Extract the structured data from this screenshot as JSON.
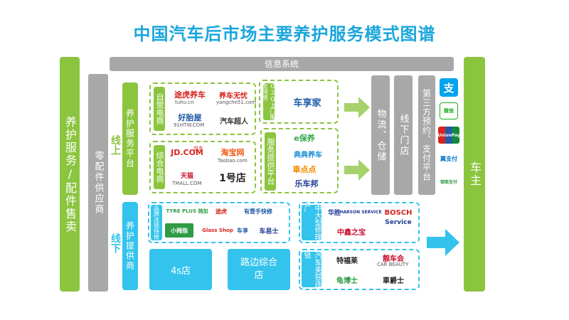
{
  "title": "中国汽车后市场主要养护服务模式图谱",
  "left_bar": "养护服务/配件售卖",
  "parts": "零配件供应商",
  "info_system": "信息系统",
  "online": {
    "badge": "线上",
    "platform": "养护服务平台",
    "self": {
      "label": "自营电商",
      "logos": [
        "途虎养车",
        "tuhu.cn",
        "养车无忧",
        "yangche51.com",
        "好胎屋",
        "91HTW.COM",
        "汽车超人"
      ]
    },
    "o2o": {
      "label": "O2O上门服务网络",
      "logos": [
        "车享家"
      ]
    },
    "general": {
      "label": "综合电商",
      "logos": [
        "JD.COM",
        "京东",
        "淘宝网",
        "Taobao.com",
        "天猫",
        "TMALL.COM",
        "1号店"
      ]
    },
    "service": {
      "label": "服务提供平台",
      "logos": [
        "e保养",
        "典典养车",
        "車点点",
        "乐车邦"
      ]
    }
  },
  "offline": {
    "badge": "线下",
    "providers": "养护提供商",
    "brand": {
      "label": "品牌连锁快修",
      "logos": [
        "TYRE PLUS 驰加",
        "途虎",
        "有壹手快修",
        "小拇指",
        "Glass Shop",
        "车享",
        "车易士"
      ]
    },
    "fourS": "4s店",
    "roadside": "路边综合店",
    "repair": {
      "label": "中大型修理厂",
      "logos": [
        "华胜",
        "HARSON SERVICE",
        "BOSCH",
        "Service",
        "中鑫之宝"
      ]
    },
    "beauty": {
      "label": "汽车美容连锁",
      "logos": [
        "特福莱",
        "靓车会",
        "CAR BEAUTY",
        "龟博士",
        "車爵士"
      ]
    }
  },
  "logistics": "物流、仓储",
  "offline_stores": "线下门店",
  "third_party": "第三方预约、支付平台",
  "pay_logos": [
    "支",
    "微信",
    "UnionPay",
    "翼支付",
    "银联支付"
  ],
  "car_owner": "车主",
  "colors": {
    "green": "#8bc53f",
    "blue": "#33c3ec",
    "gray": "#a8a8a8",
    "title": "#1aa6dc"
  }
}
